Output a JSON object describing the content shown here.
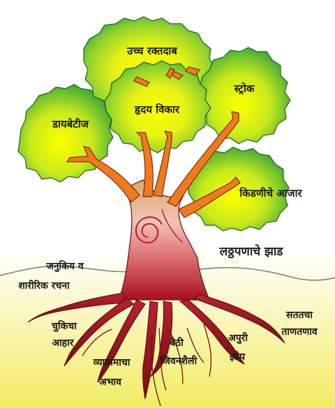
{
  "diagram": {
    "canopy_labels": {
      "high_bp": "उच्च रक्तदाब",
      "heart": "हृदय विकार",
      "stroke": "स्ट्रोक",
      "diabetes": "डायबेटीज",
      "kidney": "किडणीचे आजार"
    },
    "trunk_label": "लठ्ठपणाचे झाड",
    "root_labels": {
      "genetics_line1": "जनुकिय व",
      "genetics_line2": "शारीरिक रचना",
      "diet_line1": "चुकिचा",
      "diet_line2": "आहार",
      "exercise_line1": "व्यायामाचा",
      "exercise_line2": "अभाव",
      "lifestyle_line1": "बैठी",
      "lifestyle_line2": "जिवनशैली",
      "sleep_line1": "अपुरी",
      "sleep_line2": "झोप",
      "stress_line1": "सततचा",
      "stress_line2": "ताणतणाव"
    },
    "colors": {
      "canopy_top": "#3fae3a",
      "canopy_mid": "#ffff00",
      "trunk_top": "#8fbf3a",
      "trunk_bottom": "#b0182b",
      "branch": "#f07a1e",
      "ground_top": "#ffffff",
      "ground_bottom": "#f3ee6a"
    }
  }
}
